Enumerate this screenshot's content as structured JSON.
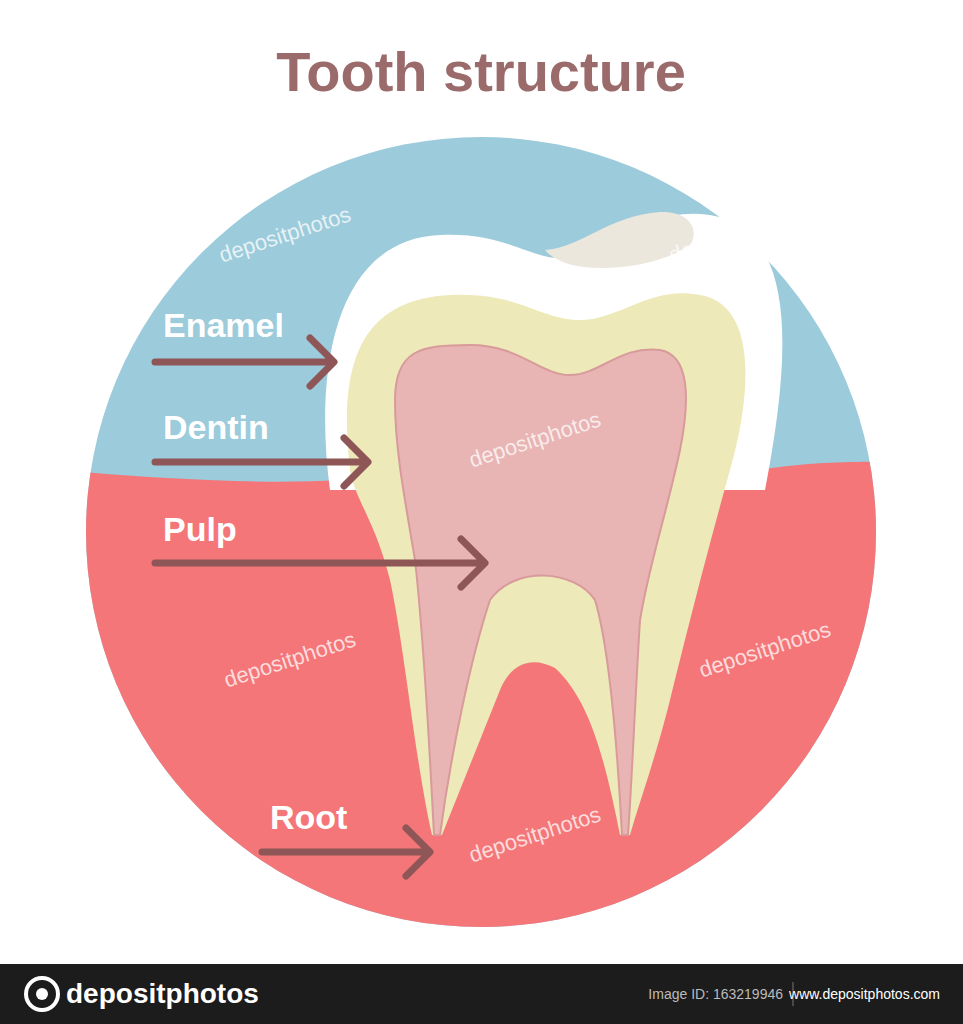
{
  "diagram": {
    "title": "Tooth structure",
    "labels": [
      "Enamel",
      "Dentin",
      "Pulp",
      "Root",
      "depositphotos",
      "depositphotos",
      "depositphotos",
      "depositphotos",
      "depositphotos",
      "depositphotos",
      "depositphotos",
      "Image ID: 163219946",
      "www.depositphotos.com"
    ]
  }
}
